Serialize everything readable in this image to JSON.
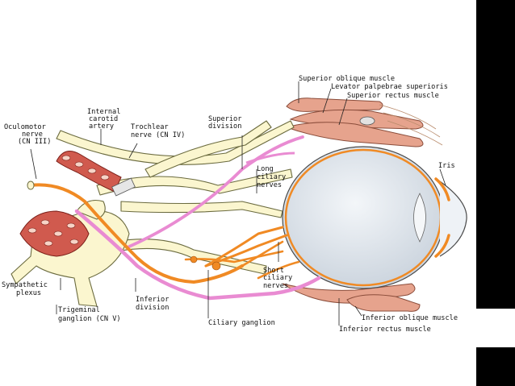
{
  "diagram": {
    "colors": {
      "background": "#ffffff",
      "side_bar": "#000000",
      "nerve_cream": "#fbf6cf",
      "nerve_outline": "#6b6b3f",
      "oculomotor_orange": "#f08a24",
      "sympathetic_pink": "#e98bd2",
      "muscle_pink": "#e6a38d",
      "artery_red": "#c0382f",
      "eyeball_fill": "#dde3ea"
    },
    "labels": {
      "superior_oblique": "Superior oblique muscle",
      "levator": "Levator palpebrae superioris",
      "superior_rectus": "Superior rectus muscle",
      "internal_carotid_1": "Internal",
      "internal_carotid_2": "carotid",
      "internal_carotid_3": "artery",
      "superior_division_1": "Superior",
      "superior_division_2": "division",
      "oculomotor_1": "Oculomotor",
      "oculomotor_2": "nerve",
      "oculomotor_3": "(CN III)",
      "trochlear_1": "Trochlear",
      "trochlear_2": "nerve (CN IV)",
      "long_ciliary_1": "Long",
      "long_ciliary_2": "ciliary",
      "long_ciliary_3": "nerves",
      "iris": "Iris",
      "short_ciliary_1": "Short",
      "short_ciliary_2": "ciliary",
      "short_ciliary_3": "nerves",
      "sympathetic_1": "Sympathetic",
      "sympathetic_2": "plexus",
      "trigeminal_1": "Trigeminal",
      "trigeminal_2": "ganglion (CN V)",
      "inferior_division_1": "Inferior",
      "inferior_division_2": "division",
      "ciliary_ganglion": "Ciliary ganglion",
      "inferior_oblique": "Inferior oblique muscle",
      "inferior_rectus": "Inferior rectus muscle"
    }
  }
}
